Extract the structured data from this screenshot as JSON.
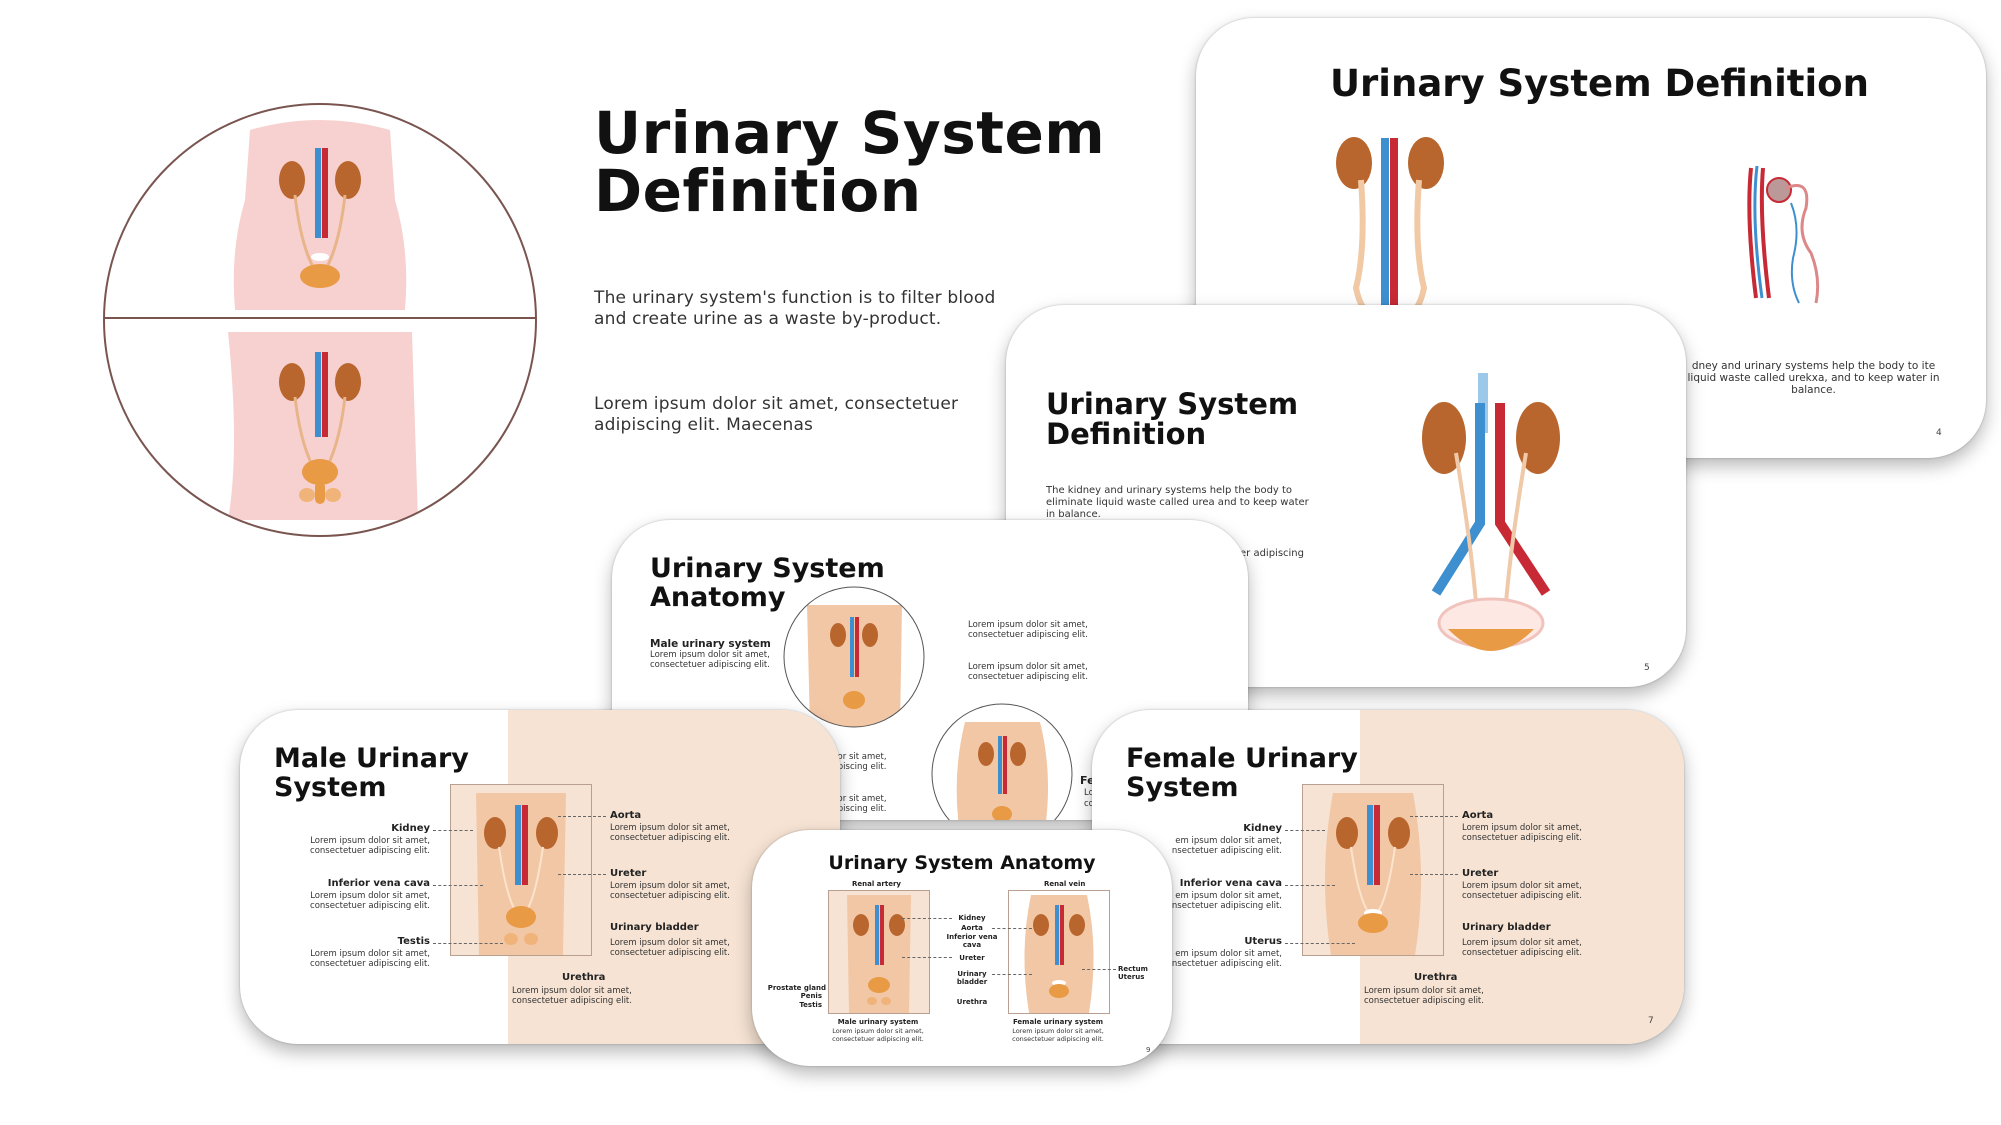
{
  "colors": {
    "skin": "#f7d1cf",
    "kidney": "#b8662e",
    "vein": "#3d8fcf",
    "artery": "#c72a35",
    "bladder": "#e89a45",
    "peach_panel": "#f6e3d3",
    "circle_stroke": "#7a5550"
  },
  "hero": {
    "title_line1": "Urinary System",
    "title_line2": "Definition",
    "desc": "The urinary system's function is to filter blood and create urine as a waste by-product.",
    "lorem": "Lorem ipsum dolor sit amet, consectetuer adipiscing elit. Maecenas"
  },
  "slide4": {
    "title": "Urinary System Definition",
    "text": "dney and urinary systems help the body to ite liquid waste called urekxa, and to keep water in balance.",
    "num": "4"
  },
  "slide5": {
    "title_line1": "Urinary System",
    "title_line2": "Definition",
    "text": "The kidney and urinary systems help the body to eliminate liquid waste called urea and to keep water in balance.",
    "text2": "er adipiscing",
    "num": "5"
  },
  "slide_anatomy_top": {
    "title_line1": "Urinary System",
    "title_line2": "Anatomy",
    "male_heading": "Male urinary system",
    "male_text": "Lorem ipsum dolor sit amet, consectetuer adipiscing elit.",
    "r1": "Lorem ipsum dolor sit amet, consectetuer adipiscing elit.",
    "r2": "Lorem ipsum dolor sit amet, consectetuer adipiscing elit.",
    "c1": "olor sit amet, dipiscing elit.",
    "c2": "olor sit amet, dipiscing elit.",
    "fe": "Fe",
    "fe2": "Lo",
    "fe3": "co"
  },
  "male": {
    "title_line1": "Male Urinary",
    "title_line2": "System",
    "kidney": "Kidney",
    "ivc": "Inferior vena cava",
    "testis": "Testis",
    "aorta": "Aorta",
    "ureter": "Ureter",
    "bladder": "Urinary bladder",
    "urethra": "Urethra",
    "lorem": "Lorem ipsum dolor sit amet, consectetuer adipiscing elit."
  },
  "female": {
    "title_line1": "Female Urinary",
    "title_line2": "System",
    "kidney": "Kidney",
    "ivc": "Inferior vena cava",
    "uterus": "Uterus",
    "aorta": "Aorta",
    "ureter": "Ureter",
    "bladder": "Urinary bladder",
    "urethra": "Urethra",
    "lorem": "Lorem ipsum dolor sit amet, consectetuer adipiscing elit.",
    "lorem_cut": "em ipsum dolor sit amet, nsectetuer adipiscing elit.",
    "num": "7"
  },
  "slide9": {
    "title": "Urinary System Anatomy",
    "renal_artery": "Renal artery",
    "renal_vein": "Renal vein",
    "kidney": "Kidney",
    "aorta": "Aorta",
    "ivc_1": "Inferior vena",
    "ivc_2": "cava",
    "ureter": "Ureter",
    "bladder_1": "Urinary",
    "bladder_2": "bladder",
    "urethra": "Urethra",
    "prostate": "Prostate gland",
    "penis": "Penis",
    "testis": "Testis",
    "rectum": "Rectum",
    "uterus": "Uterus",
    "male_cap": "Male urinary system",
    "female_cap": "Female urinary system",
    "lorem": "Lorem ipsum dolor sit amet, consectetuer adipiscing elit.",
    "num": "9"
  }
}
